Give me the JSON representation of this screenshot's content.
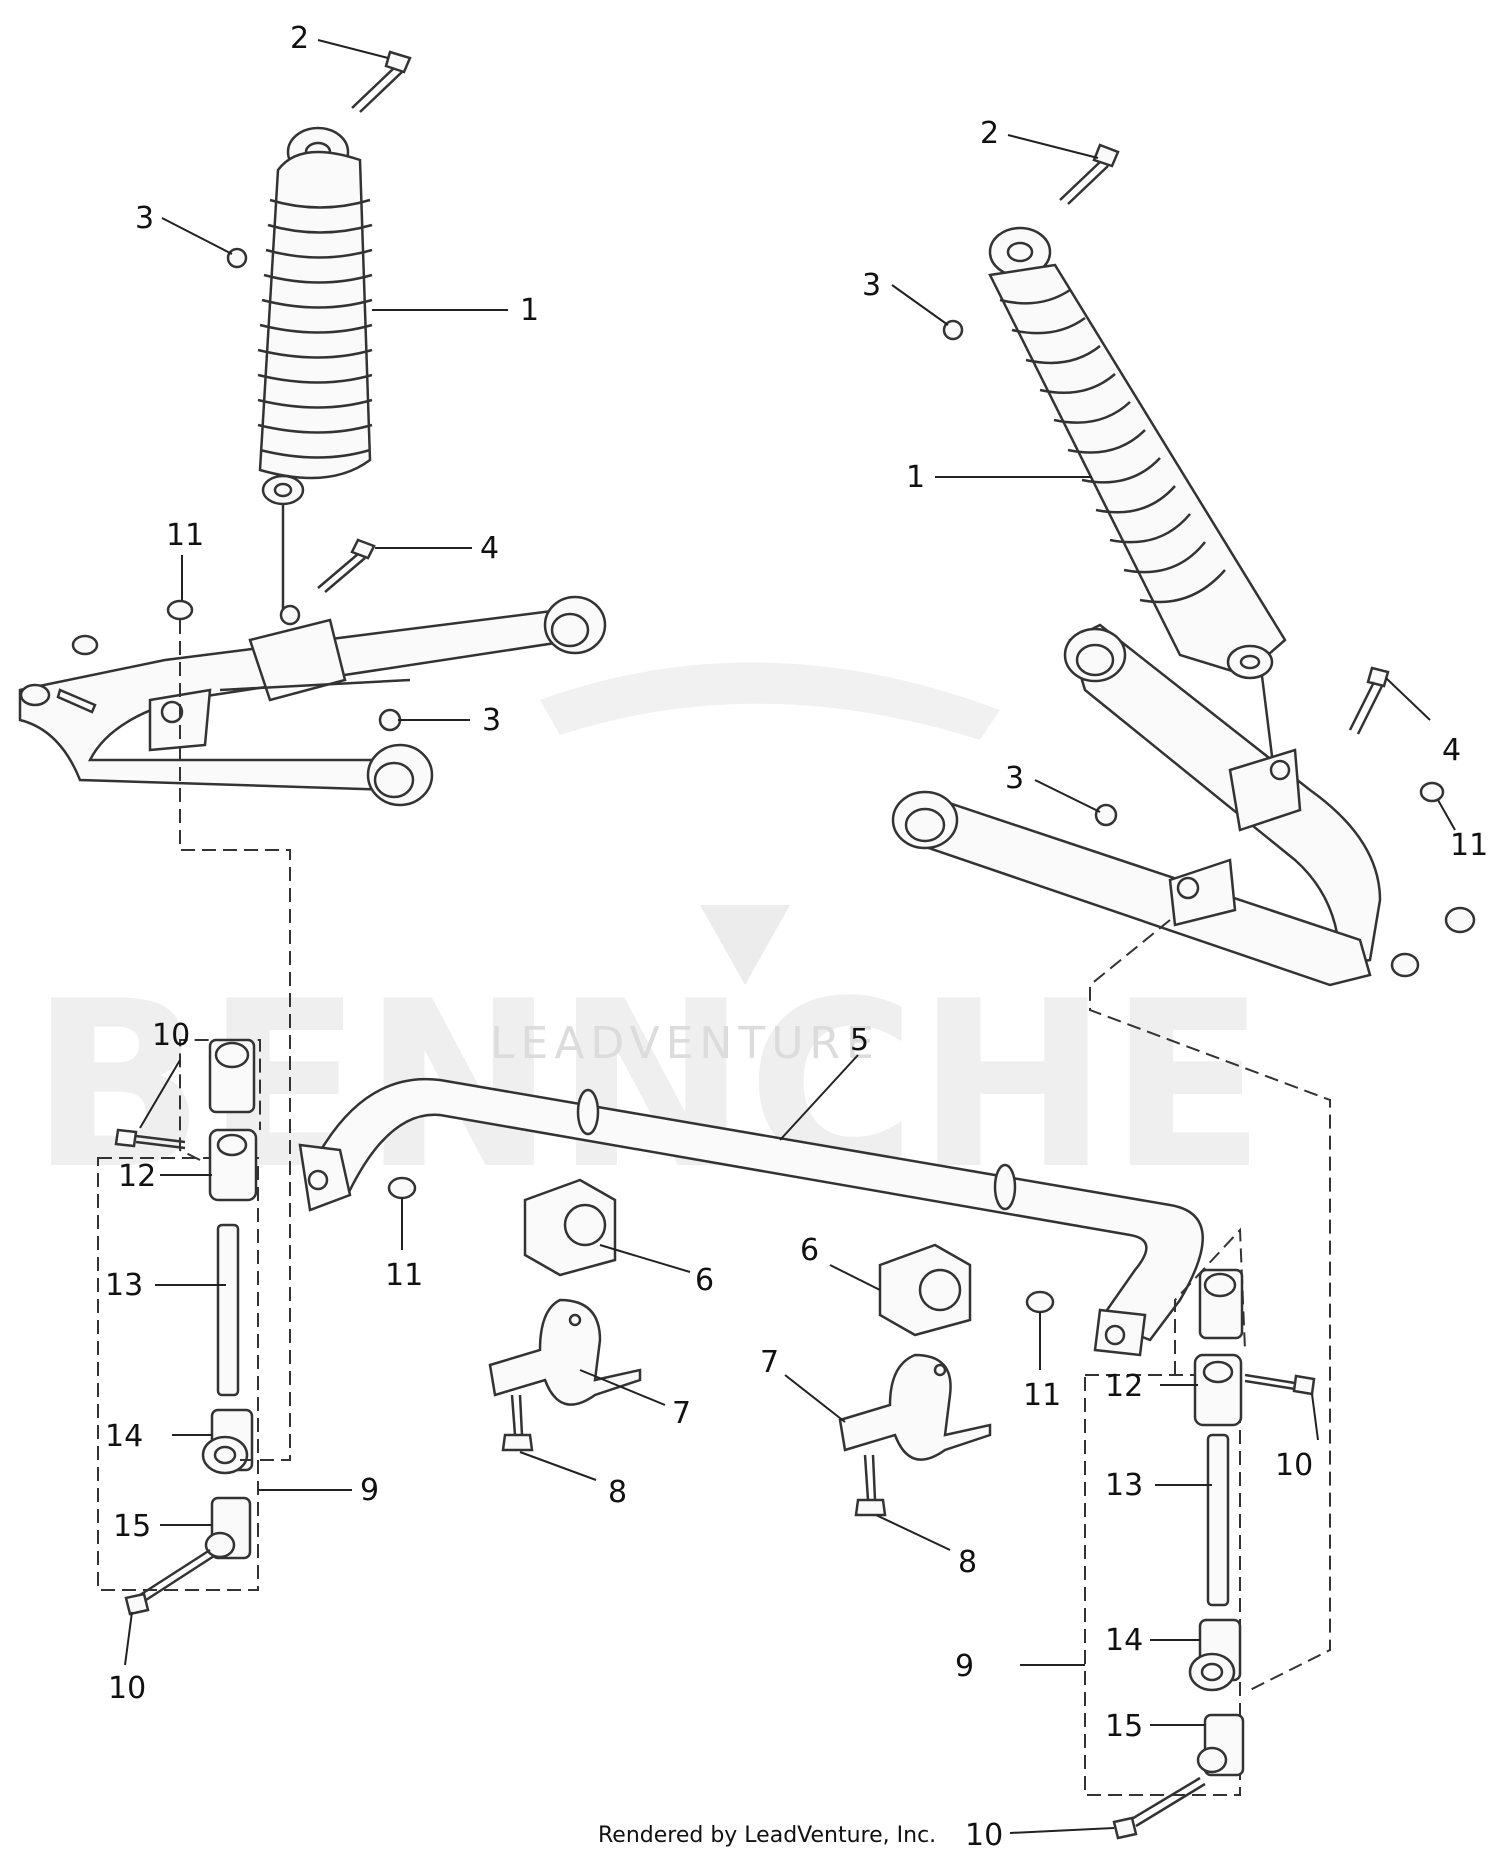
{
  "watermark": {
    "brand": "BENNCHE",
    "sub": "LEADVENTURE"
  },
  "footer": "Rendered by LeadVenture, Inc.",
  "callouts": {
    "c2a": "2",
    "c3a": "3",
    "c1a": "1",
    "c11a": "11",
    "c4a": "4",
    "c3b": "3",
    "c2b": "2",
    "c3c": "3",
    "c1b": "1",
    "c4b": "4",
    "c3d": "3",
    "c11b": "11",
    "c5": "5",
    "c10a": "10",
    "c12a": "12",
    "c11c": "11",
    "c13a": "13",
    "c6a": "6",
    "c6b": "6",
    "c14a": "14",
    "c7a": "7",
    "c7b": "7",
    "c9a": "9",
    "c8a": "8",
    "c15a": "15",
    "c8b": "8",
    "c10b": "10",
    "c11d": "11",
    "c12b": "12",
    "c10c": "10",
    "c13b": "13",
    "c9b": "9",
    "c14b": "14",
    "c15b": "15",
    "c10d": "10"
  }
}
